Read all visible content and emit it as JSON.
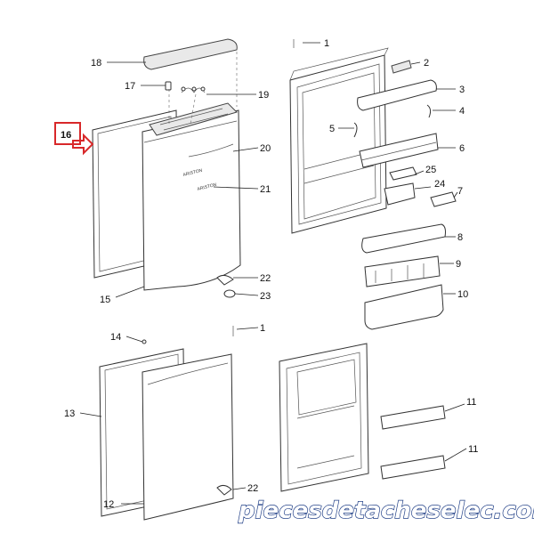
{
  "callouts": {
    "c1_top": "1",
    "c2": "2",
    "c3": "3",
    "c4": "4",
    "c5": "5",
    "c6": "6",
    "c7": "7",
    "c8": "8",
    "c9": "9",
    "c10": "10",
    "c11_a": "11",
    "c11_b": "11",
    "c12": "12",
    "c13": "13",
    "c14": "14",
    "c15": "15",
    "c16": "16",
    "c17": "17",
    "c18": "18",
    "c19": "19",
    "c20": "20",
    "c21": "21",
    "c22_top": "22",
    "c23": "23",
    "c24": "24",
    "c25": "25",
    "c1_bottom": "1",
    "c22_bottom": "22"
  },
  "brand_text": {
    "logo_1": "ARISTON",
    "logo_2": "ARISTON"
  },
  "highlight": {
    "color": "#d8282a"
  },
  "watermark": {
    "text": "piecesdetacheselec.com",
    "color": "#1f3e86"
  }
}
